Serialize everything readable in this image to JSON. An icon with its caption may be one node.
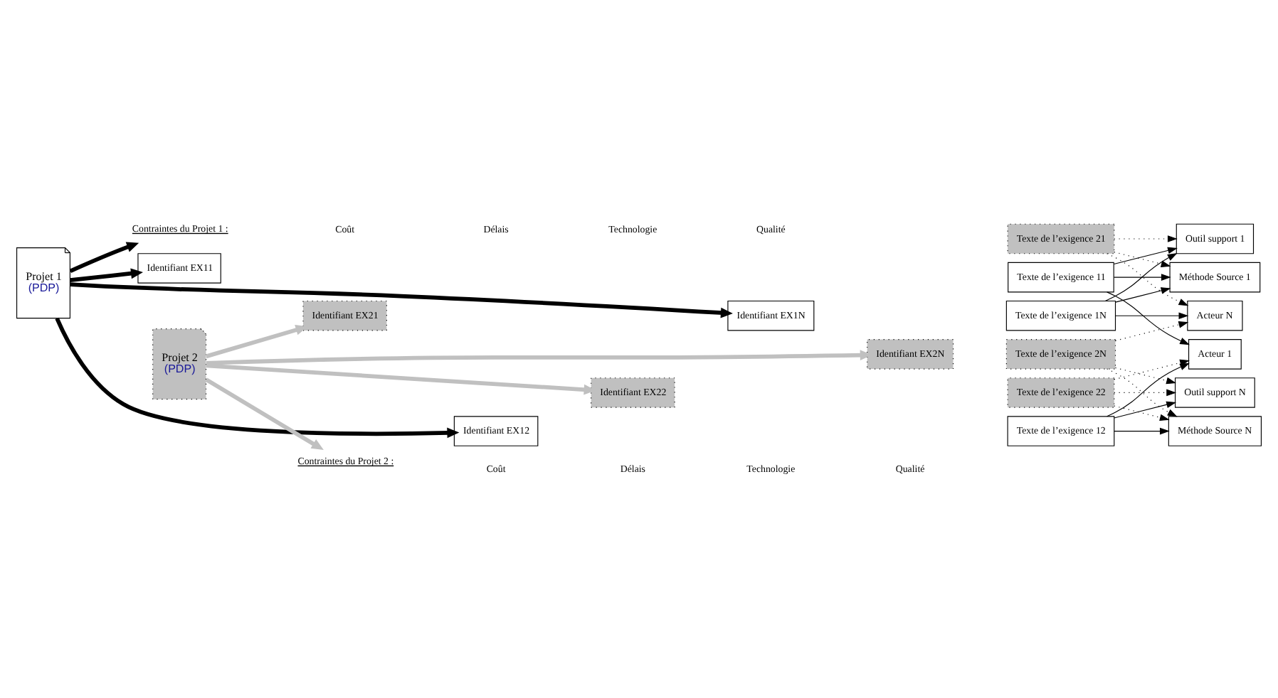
{
  "diagram": {
    "nodes": [
      {
        "text": [
          "Projet 1",
          "(PDP)"
        ]
      },
      {
        "text": [
          "Projet 2",
          "(PDP)"
        ]
      },
      {
        "text": [
          "Identifiant EX11"
        ]
      },
      {
        "text": [
          "Texte de l’exigence 11"
        ]
      },
      {
        "text": [
          "Identifiant EX21"
        ]
      },
      {
        "text": [
          "Texte de l’exigence 21"
        ]
      },
      {
        "text": [
          "Identifiant EX12"
        ]
      },
      {
        "text": [
          "Texte de l’exigence 12"
        ]
      },
      {
        "text": [
          "Identifiant EX22"
        ]
      },
      {
        "text": [
          "Texte de l’exigence 22"
        ]
      },
      {
        "text": [
          "Identifiant EX1N"
        ]
      },
      {
        "text": [
          "Texte de l’exigence 1N"
        ]
      },
      {
        "text": [
          "Identifiant EX2N"
        ]
      },
      {
        "text": [
          "Texte de l’exigence 2N"
        ]
      },
      {
        "text": [
          "Méthode Source 1"
        ]
      },
      {
        "text": [
          "Méthode Source N"
        ]
      },
      {
        "text": [
          "Outil support 1"
        ]
      },
      {
        "text": [
          "Outil support N"
        ]
      },
      {
        "text": [
          "Acteur 1"
        ]
      },
      {
        "text": [
          "Acteur N"
        ]
      },
      {
        "text": [
          "Contraintes du Projet 2 :"
        ]
      },
      {
        "text": [
          "Contraintes du Projet 1 :"
        ]
      }
    ],
    "edges": [
      {
        "from": 0,
        "to": 2,
        "arrow": "to",
        "style": "thick"
      },
      {
        "from": 1,
        "to": 4,
        "arrow": "to",
        "style": "thick",
        "color": "#c0c0c0"
      },
      {
        "from": 0,
        "to": 6,
        "arrow": "to",
        "style": "thick"
      },
      {
        "from": 1,
        "to": 8,
        "arrow": "to",
        "style": "thick",
        "color": "#c0c0c0"
      },
      {
        "from": 0,
        "to": 10,
        "arrow": "to",
        "style": "thick"
      },
      {
        "from": 1,
        "to": 12,
        "arrow": "to",
        "style": "thick",
        "color": "#c0c0c0"
      },
      {
        "from": 1,
        "to": 20,
        "arrow": "to",
        "style": "thick",
        "color": "#c0c0c0"
      },
      {
        "from": 0,
        "to": 21,
        "arrow": "to",
        "style": "thick"
      },
      {
        "from": 3,
        "to": 14,
        "arrow": "to"
      },
      {
        "from": 3,
        "to": 16,
        "arrow": "to"
      },
      {
        "from": 3,
        "to": 18,
        "arrow": "to"
      },
      {
        "from": 7,
        "to": 15,
        "arrow": "to"
      },
      {
        "from": 7,
        "to": 17,
        "arrow": "to"
      },
      {
        "from": 7,
        "to": 18,
        "arrow": "to"
      },
      {
        "from": 11,
        "to": 14,
        "arrow": "to"
      },
      {
        "from": 11,
        "to": 16,
        "arrow": "to"
      },
      {
        "from": 11,
        "to": 19,
        "arrow": "to"
      },
      {
        "from": 5,
        "to": 14,
        "arrow": "to",
        "style": "dashed"
      },
      {
        "from": 5,
        "to": 16,
        "arrow": "to",
        "style": "dashed"
      },
      {
        "from": 5,
        "to": 19,
        "arrow": "to",
        "style": "dashed"
      },
      {
        "from": 9,
        "to": 15,
        "arrow": "to",
        "style": "dashed"
      },
      {
        "from": 9,
        "to": 17,
        "arrow": "to",
        "style": "dashed"
      },
      {
        "from": 9,
        "to": 18,
        "arrow": "to",
        "style": "dashed"
      },
      {
        "from": 13,
        "to": 15,
        "arrow": "to",
        "style": "dashed"
      },
      {
        "from": 13,
        "to": 17,
        "arrow": "to",
        "style": "dashed"
      },
      {
        "from": 13,
        "to": 19,
        "arrow": "to",
        "style": "dashed"
      }
    ],
    "labels": [
      "Coût",
      "Délais",
      "Technologie",
      "Qualité",
      "Coût",
      "Délais",
      "Technologie",
      "Qualité"
    ]
  }
}
